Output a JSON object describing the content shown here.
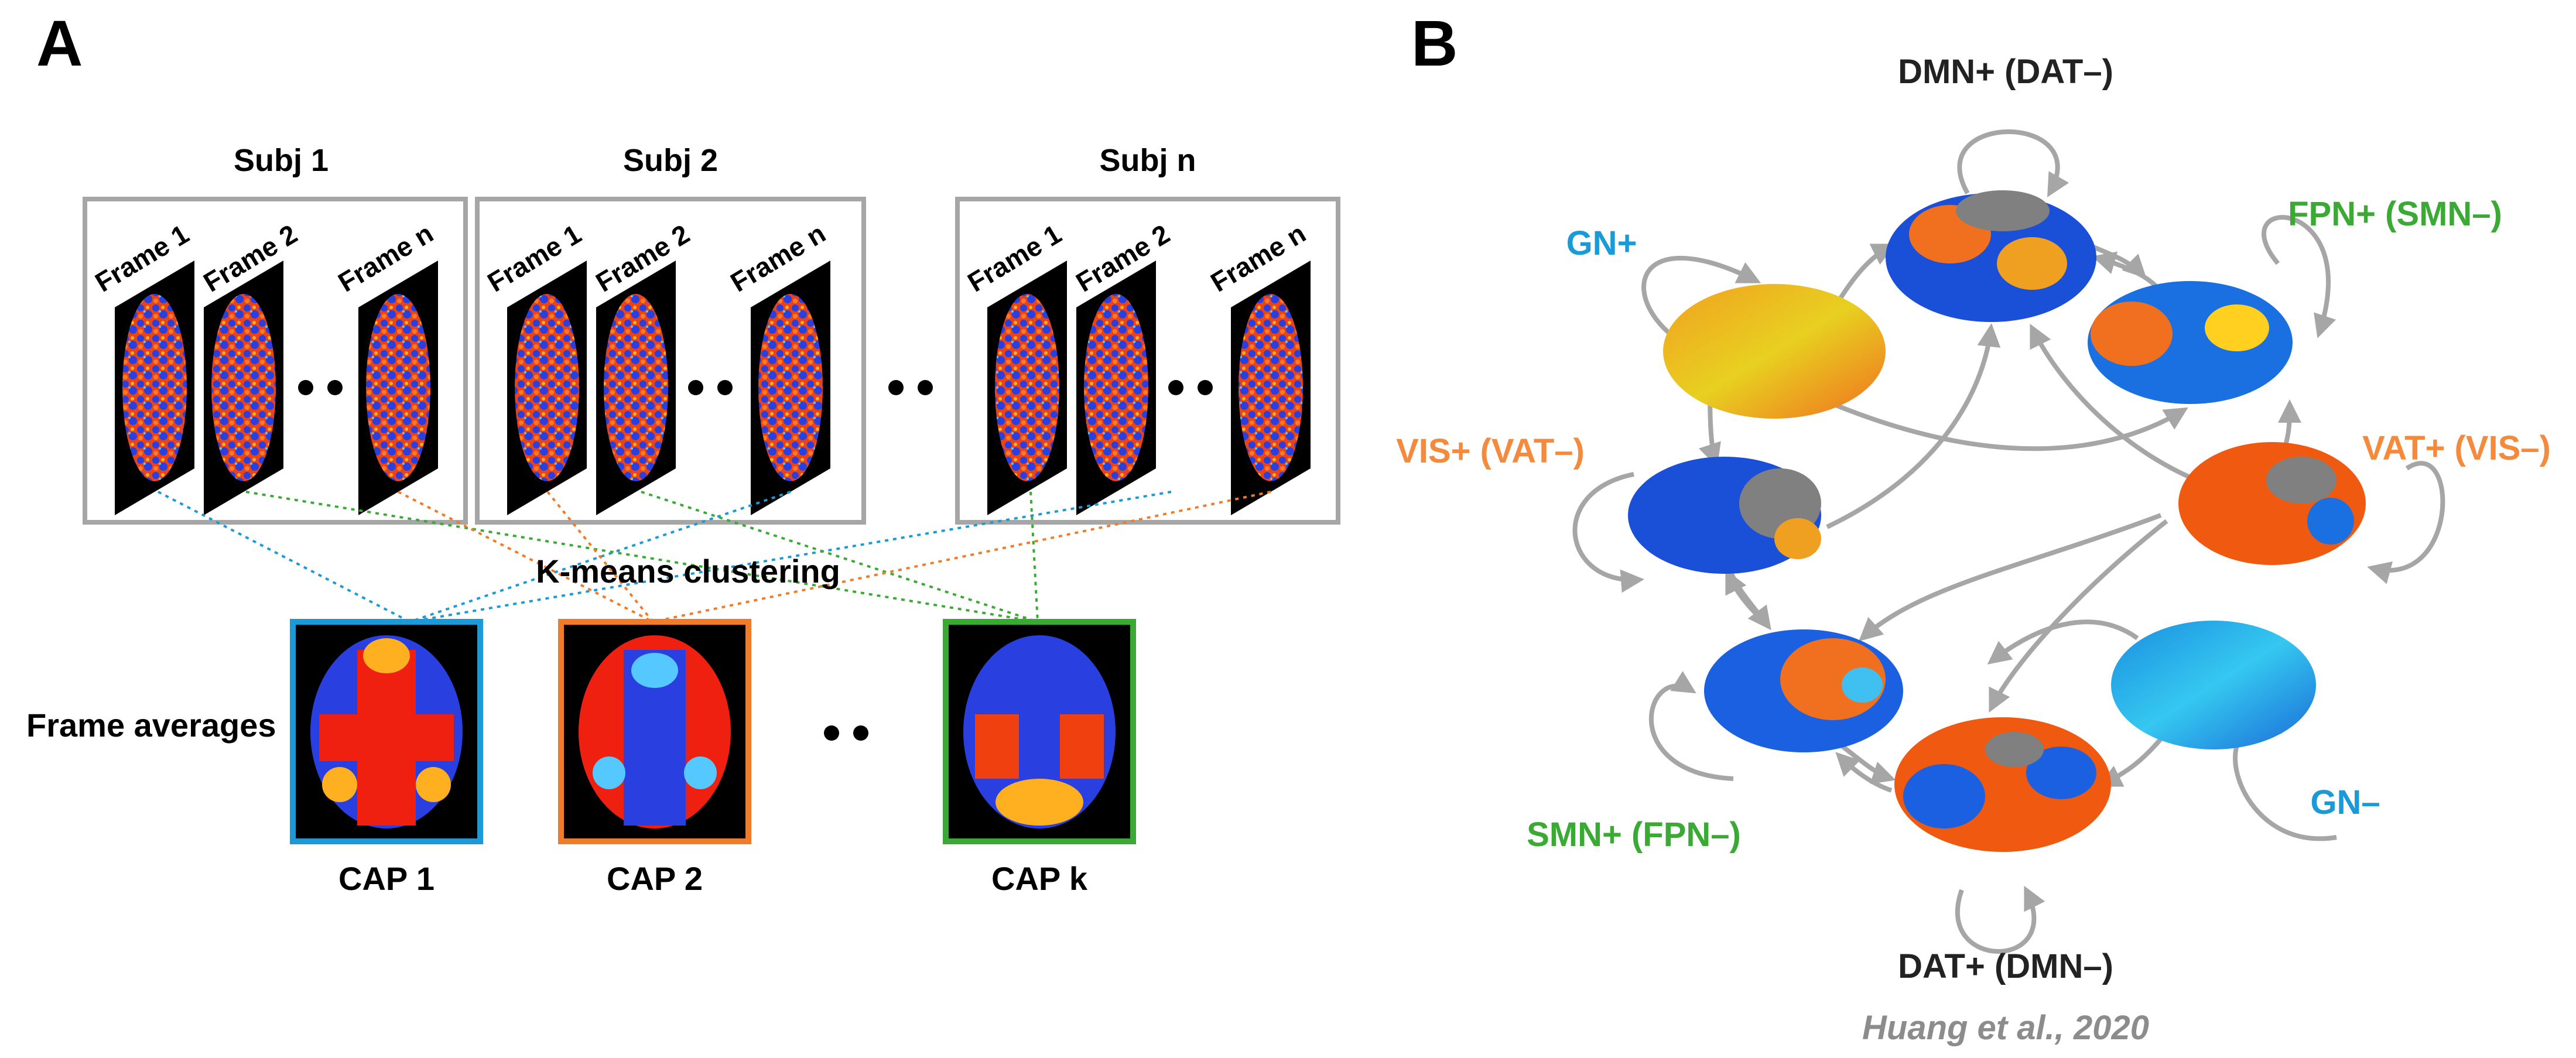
{
  "panel_a": {
    "label": "A",
    "subjects": [
      {
        "title": "Subj 1",
        "frames": [
          "Frame 1",
          "Frame 2",
          "Frame n"
        ]
      },
      {
        "title": "Subj 2",
        "frames": [
          "Frame 1",
          "Frame 2",
          "Frame n"
        ]
      },
      {
        "title": "Subj n",
        "frames": [
          "Frame 1",
          "Frame 2",
          "Frame n"
        ]
      }
    ],
    "clustering_label": "K-means clustering",
    "frame_averages_label": "Frame averages",
    "caps": [
      {
        "label": "CAP 1",
        "border": "#1a9ad6"
      },
      {
        "label": "CAP 2",
        "border": "#f07c2a"
      },
      {
        "label": "CAP k",
        "border": "#3aaa35"
      }
    ],
    "colors": {
      "gray_box": "#a6a6a6",
      "blue_line": "#1a9ad6",
      "orange_line": "#f07c2a",
      "green_line": "#3aaa35"
    }
  },
  "panel_b": {
    "label": "B",
    "states": [
      {
        "label": "DMN+ (DAT–)",
        "color": "#222222"
      },
      {
        "label": "FPN+ (SMN–)",
        "color": "#3aaa35"
      },
      {
        "label": "VAT+ (VIS–)",
        "color": "#f58a3c"
      },
      {
        "label": "GN–",
        "color": "#1a9ad6"
      },
      {
        "label": "DAT+ (DMN–)",
        "color": "#222222"
      },
      {
        "label": "SMN+ (FPN–)",
        "color": "#3aaa35"
      },
      {
        "label": "VIS+ (VAT–)",
        "color": "#f58a3c"
      },
      {
        "label": "GN+",
        "color": "#1a9ad6"
      }
    ],
    "citation": "Huang et al., 2020",
    "colors": {
      "arrow": "#a6a6a6",
      "citation": "#8c8c8c"
    }
  }
}
